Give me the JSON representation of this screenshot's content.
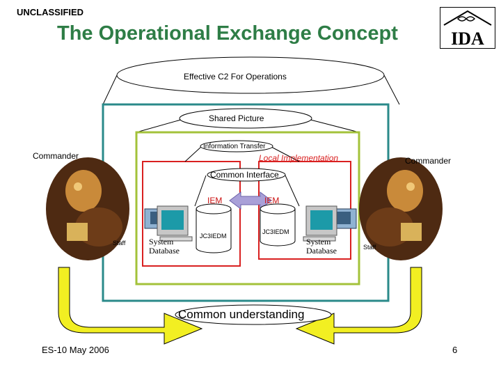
{
  "header": {
    "classification": "UNCLASSIFIED",
    "title": "The Operational Exchange Concept",
    "logo_text": "IDA"
  },
  "diagram": {
    "effective_c2": "Effective C2 For Operations",
    "shared_picture": "Shared Picture",
    "information_transfer": "Information Transfer",
    "local_implementation": "Local Implementation",
    "common_interface": "Common Interface",
    "iem_left": "IEM",
    "iem_right": "IEM",
    "jc3iedm_left": "JC3IEDM",
    "jc3iedm_right": "JC3IEDM",
    "commander_left": "Commander",
    "commander_right": "Commander",
    "staff_left": "Staff",
    "staff_right": "Staff",
    "system_db_left_1": "System",
    "system_db_left_2": "Database",
    "system_db_right_1": "System",
    "system_db_right_2": "Database",
    "common_understanding": "Common understanding"
  },
  "footer": {
    "date": "ES-10 May 2006",
    "page_number": "6"
  },
  "colors": {
    "title_green": "#2e7d46",
    "teal_frame": "#2a8a8a",
    "olive_frame": "#a3c23a",
    "red_frame": "#d92020",
    "arrow_yellow": "#f2ef22",
    "iem_arrow": "#a9a0d8"
  },
  "icons": [
    "ida-logo-icon",
    "commander-portrait-icon",
    "computer-workstation-icon",
    "database-cylinder-icon",
    "double-arrow-icon",
    "curved-arrow-icon"
  ]
}
